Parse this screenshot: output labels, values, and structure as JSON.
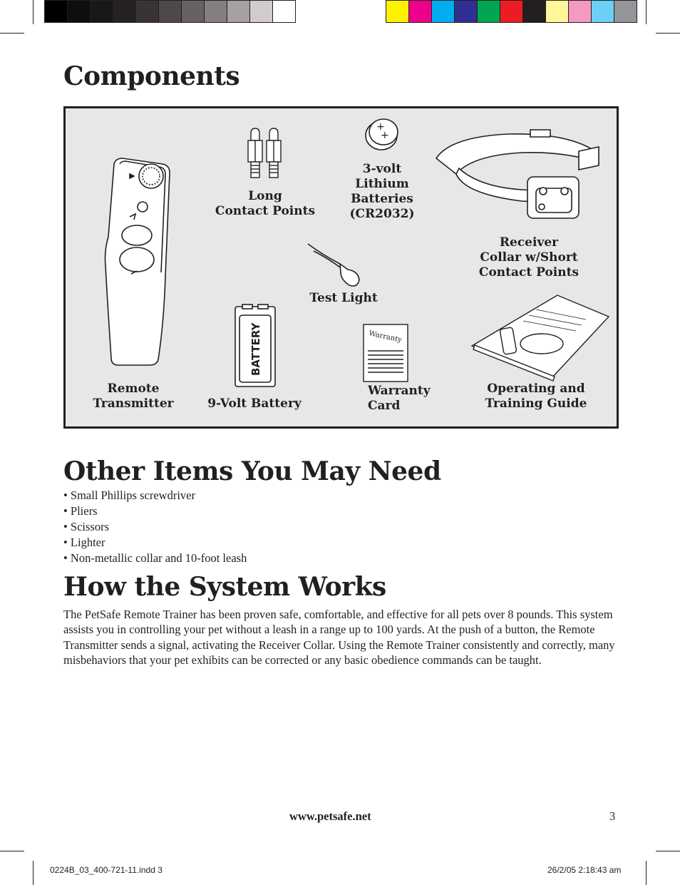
{
  "colors": {
    "gray_bar": [
      "#000000",
      "#0f0d0e",
      "#1a1718",
      "#262223",
      "#3a3334",
      "#4f4849",
      "#686162",
      "#847e7e",
      "#a6a0a0",
      "#d1cbcc",
      "#ffffff"
    ],
    "color_bar": [
      "#fff200",
      "#ec008c",
      "#00aeef",
      "#2e3192",
      "#00a651",
      "#ed1c24",
      "#231f20",
      "#fff799",
      "#f49ac1",
      "#6dcff6",
      "#939598"
    ],
    "panel_background": "#e7e7e8",
    "text": "#231f20"
  },
  "headings": {
    "components": "Components",
    "other_items": "Other Items You May Need",
    "how_it_works": "How the System Works"
  },
  "components": {
    "long_contact_points": [
      "Long",
      "Contact Points"
    ],
    "lithium_batteries": [
      "3-volt",
      "Lithium",
      "Batteries",
      "(CR2032)"
    ],
    "receiver_collar": [
      "Receiver",
      "Collar w/Short",
      "Contact Points"
    ],
    "test_light": "Test Light",
    "remote_transmitter": [
      "Remote",
      "Transmitter"
    ],
    "nine_volt_battery": "9-Volt Battery",
    "battery_print": "BATTERY",
    "warranty_card": [
      "Warranty",
      "Card"
    ],
    "warranty_print": "Warranty",
    "guide": [
      "Operating and",
      "Training Guide"
    ]
  },
  "other_items": [
    "Small Phillips screwdriver",
    "Pliers",
    "Scissors",
    "Lighter",
    "Non-metallic collar and 10-foot leash"
  ],
  "how_it_works_text": "The PetSafe Remote Trainer has been proven safe, comfortable, and effective for all pets over 8 pounds. This system assists you in controlling your pet without a leash in a range up to 100 yards. At the push of a button, the Remote Transmitter sends a signal, activating the Receiver Collar. Using the Remote Trainer consistently and correctly, many misbehaviors that your pet exhibits can be corrected or any basic obedience commands can be taught.",
  "footer": {
    "url": "www.petsafe.net",
    "page": "3"
  },
  "slug": {
    "file": "0224B_03_400-721-11.indd   3",
    "date": "26/2/05   2:18:43 am"
  }
}
